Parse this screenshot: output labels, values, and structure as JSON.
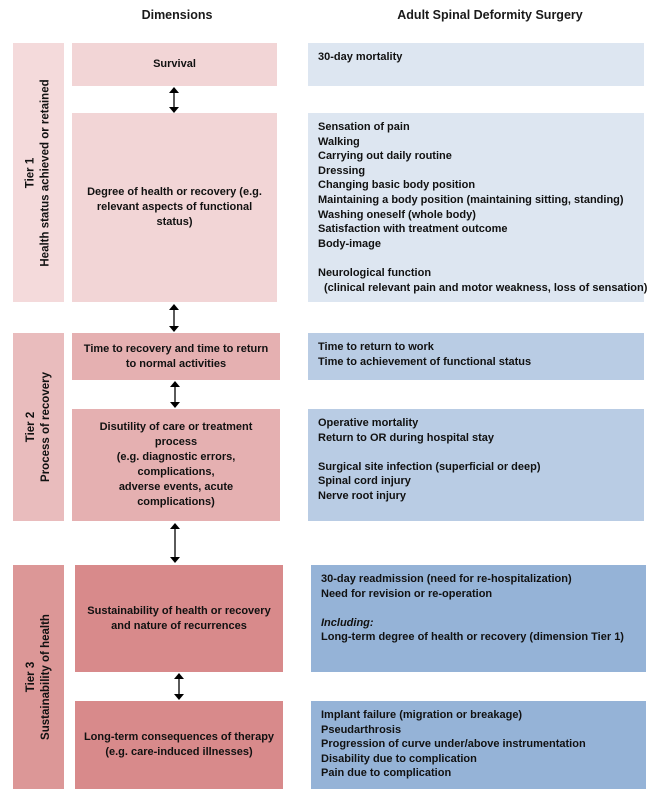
{
  "headers": {
    "dimensions": "Dimensions",
    "asd": "Adult Spinal Deformity Surgery"
  },
  "colors": {
    "tier1_bg": "#f4dadb",
    "tier1_box": "#f2d5d6",
    "tier2_bg": "#e9bcbd",
    "tier2_box": "#e5b0b1",
    "tier3_bg": "#dc9797",
    "tier3_box": "#d88a8b",
    "asd1": "#dde6f1",
    "asd2": "#b9cce4",
    "asd3": "#95b3d7"
  },
  "tiers": [
    {
      "label": "Tier 1",
      "name": "Health status achieved or retained",
      "dimensions": [
        {
          "lines": [
            "Survival"
          ],
          "asd": [
            "30-day mortality"
          ]
        },
        {
          "lines": [
            "Degree of health or recovery (e.g.",
            "relevant aspects of functional status)"
          ],
          "asd": [
            "Sensation of pain",
            "Walking",
            "Carrying out daily routine",
            "Dressing",
            "Changing basic body position",
            "Maintaining a body position (maintaining sitting, standing)",
            "Washing oneself (whole body)",
            "Satisfaction with treatment outcome",
            "Body-image",
            "",
            "Neurological function",
            "(clinical relevant pain and motor weakness, loss of sensation)"
          ]
        }
      ]
    },
    {
      "label": "Tier 2",
      "name": "Process of recovery",
      "dimensions": [
        {
          "lines": [
            "Time to recovery and time to return",
            "to normal activities"
          ],
          "asd": [
            "Time to return to work",
            "Time to achievement of functional status"
          ]
        },
        {
          "lines": [
            "Disutility of care or treatment process",
            "(e.g. diagnostic errors, complications,",
            "adverse events, acute complications)"
          ],
          "asd": [
            "Operative mortality",
            "Return to OR during hospital stay",
            "",
            "Surgical site infection (superficial or deep)",
            "Spinal cord injury",
            "Nerve root injury"
          ]
        }
      ]
    },
    {
      "label": "Tier 3",
      "name": "Sustainability of health",
      "dimensions": [
        {
          "lines": [
            "Sustainability of health or recovery",
            "and nature of recurrences"
          ],
          "asd": [
            "30-day readmission (need for re-hospitalization)",
            "Need for revision or re-operation",
            "",
            "Including:",
            "Long-term degree of health or recovery (dimension Tier 1)"
          ]
        },
        {
          "lines": [
            "Long-term consequences of therapy",
            "(e.g. care-induced illnesses)"
          ],
          "asd": [
            "Implant failure (migration or breakage)",
            "Pseudarthrosis",
            "Progression of curve under/above instrumentation",
            "Disability due to complication",
            "Pain due to complication"
          ]
        }
      ]
    }
  ]
}
